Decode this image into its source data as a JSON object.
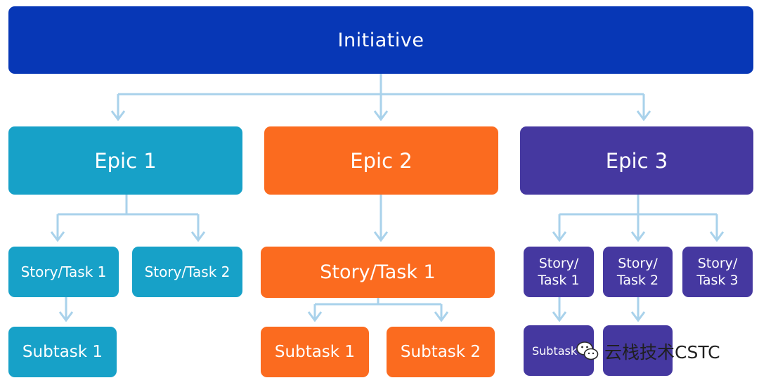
{
  "colors": {
    "initiative": "#0737b6",
    "epic1": "#17a1c8",
    "epic2": "#fb6b1f",
    "epic3": "#4538a0",
    "connector": "#a9d2eb"
  },
  "initiative": {
    "label": "Initiative"
  },
  "epic1": {
    "label": "Epic 1",
    "stories": [
      "Story/Task 1",
      "Story/Task 2"
    ],
    "subtasks": [
      "Subtask 1"
    ]
  },
  "epic2": {
    "label": "Epic 2",
    "stories": [
      "Story/Task 1"
    ],
    "subtasks": [
      "Subtask 1",
      "Subtask 2"
    ]
  },
  "epic3": {
    "label": "Epic 3",
    "stories": [
      "Story/\nTask 1",
      "Story/\nTask 2",
      "Story/\nTask 3"
    ],
    "subtasks": [
      "Subtask",
      ""
    ]
  },
  "watermark": {
    "text": "云栈技术CSTC",
    "icon": "wechat-icon"
  }
}
